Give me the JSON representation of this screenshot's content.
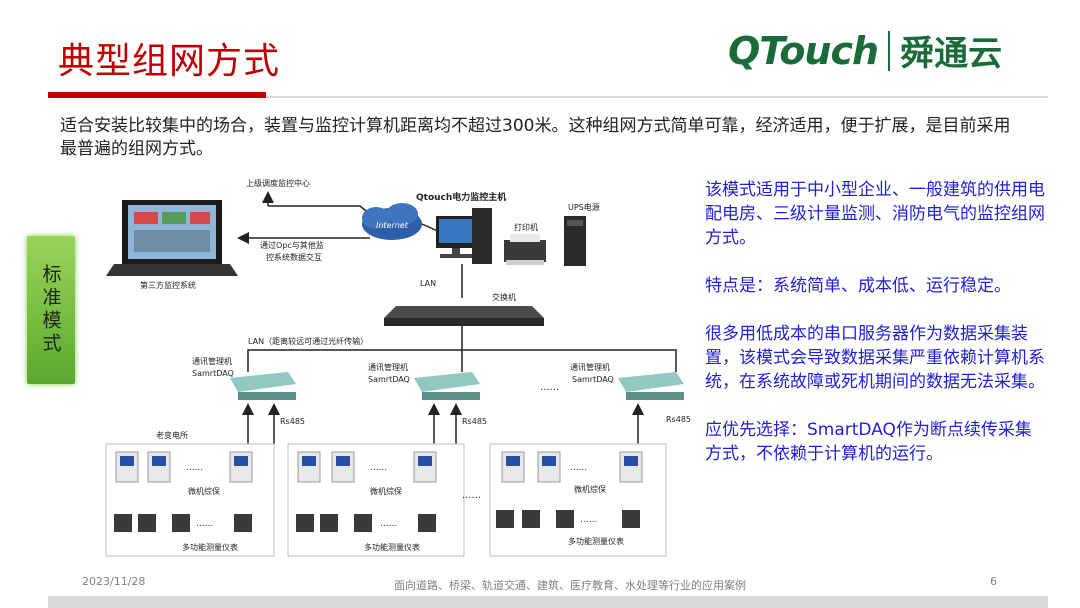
{
  "header": {
    "title": "典型组网方式",
    "logo_en": "QTouch",
    "logo_cn": "舜通云"
  },
  "intro": "适合安装比较集中的场合，装置与监控计算机距离均不超过300米。这种组网方式简单可靠，经济适用，便于扩展，是目前采用最普遍的组网方式。",
  "side_tag": "标准模式",
  "diagram": {
    "upper_center": "上级调度监控中心",
    "opc_line1": "通过Opc与其他监",
    "opc_line2": "控系统数据交互",
    "third_party": "第三方监控系统",
    "internet": "Internet",
    "host": "Qtouch电力监控主机",
    "printer": "打印机",
    "ups": "UPS电源",
    "lan": "LAN",
    "switch": "交换机",
    "lan_fiber": "LAN（距离较远可通过光纤传输）",
    "comm_mgr": "通讯管理机",
    "smartdaq": "SamrtDAQ",
    "rs485": "Rs485",
    "substation": "老变电所",
    "relay": "微机综保",
    "meter": "多功能测量仪表",
    "dots": "......",
    "dots_long": "........."
  },
  "right_panel": {
    "p1": "该模式适用于中小型企业、一般建筑的供用电配电房、三级计量监测、消防电气的监控组网方式。",
    "p2": "特点是：系统简单、成本低、运行稳定。",
    "p3": "很多用低成本的串口服务器作为数据采集装置，该模式会导致数据采集严重依赖计算机系统，在系统故障或死机期间的数据无法采集。",
    "p4": "应优先选择：SmartDAQ作为断点续传采集方式，不依赖于计算机的运行。"
  },
  "footer": {
    "date": "2023/11/28",
    "caption": "面向道路、桥梁、轨道交通、建筑、医疗教育、水处理等行业的应用案例",
    "page": "6"
  },
  "colors": {
    "title_red": "#c00000",
    "logo_green": "#1a6b3a",
    "right_text_blue": "#1f1fd6",
    "tag_green": "#7fc241"
  }
}
